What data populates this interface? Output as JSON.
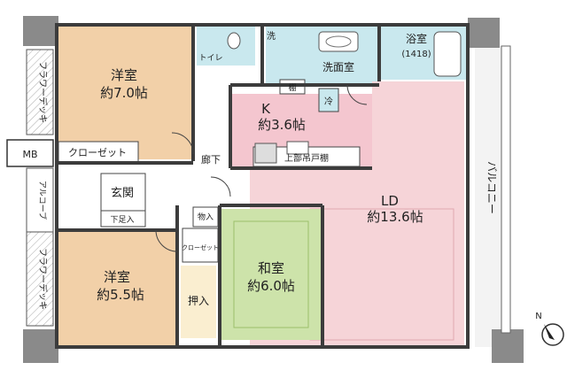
{
  "rooms": {
    "western_room_1": {
      "name": "洋室",
      "size": "約7.0帖"
    },
    "closet": {
      "name": "クローゼット"
    },
    "toilet": {
      "name": "トイレ"
    },
    "washer": {
      "name": "洗"
    },
    "washroom": {
      "name": "洗面室"
    },
    "bathroom": {
      "name": "浴室",
      "size": "(1418)"
    },
    "shelf": {
      "name": "棚"
    },
    "fridge": {
      "name": "冷"
    },
    "kitchen": {
      "name": "K",
      "size": "約3.6帖"
    },
    "upper_cabinet": {
      "name": "上部吊戸棚"
    },
    "corridor": {
      "name": "廊下"
    },
    "entrance": {
      "name": "玄関"
    },
    "shoe_storage": {
      "name": "下足入"
    },
    "storage": {
      "name": "物入"
    },
    "small_closet": {
      "name": "クローゼット"
    },
    "ld": {
      "name": "LD",
      "size": "約13.6帖"
    },
    "western_room_2": {
      "name": "洋室",
      "size": "約5.5帖"
    },
    "oshiire": {
      "name": "押入"
    },
    "japanese_room": {
      "name": "和室",
      "size": "約6.0帖"
    }
  },
  "exterior": {
    "flower_deck_top": "フラワーデッキ",
    "flower_deck_bottom": "フラワーデッキ",
    "mb": "MB",
    "alcove": "アルコーブ",
    "balcony": "バルコニー"
  },
  "compass": {
    "label": "N"
  },
  "colors": {
    "western": "#f2d0a8",
    "wet": "#c9e8ee",
    "kitchen": "#f4c6cf",
    "ld": "#f6d4d8",
    "japanese": "#cde3aa",
    "oshiire": "#faeed0",
    "wall": "#3c3c3c",
    "balcony": "#f3f3f3"
  }
}
